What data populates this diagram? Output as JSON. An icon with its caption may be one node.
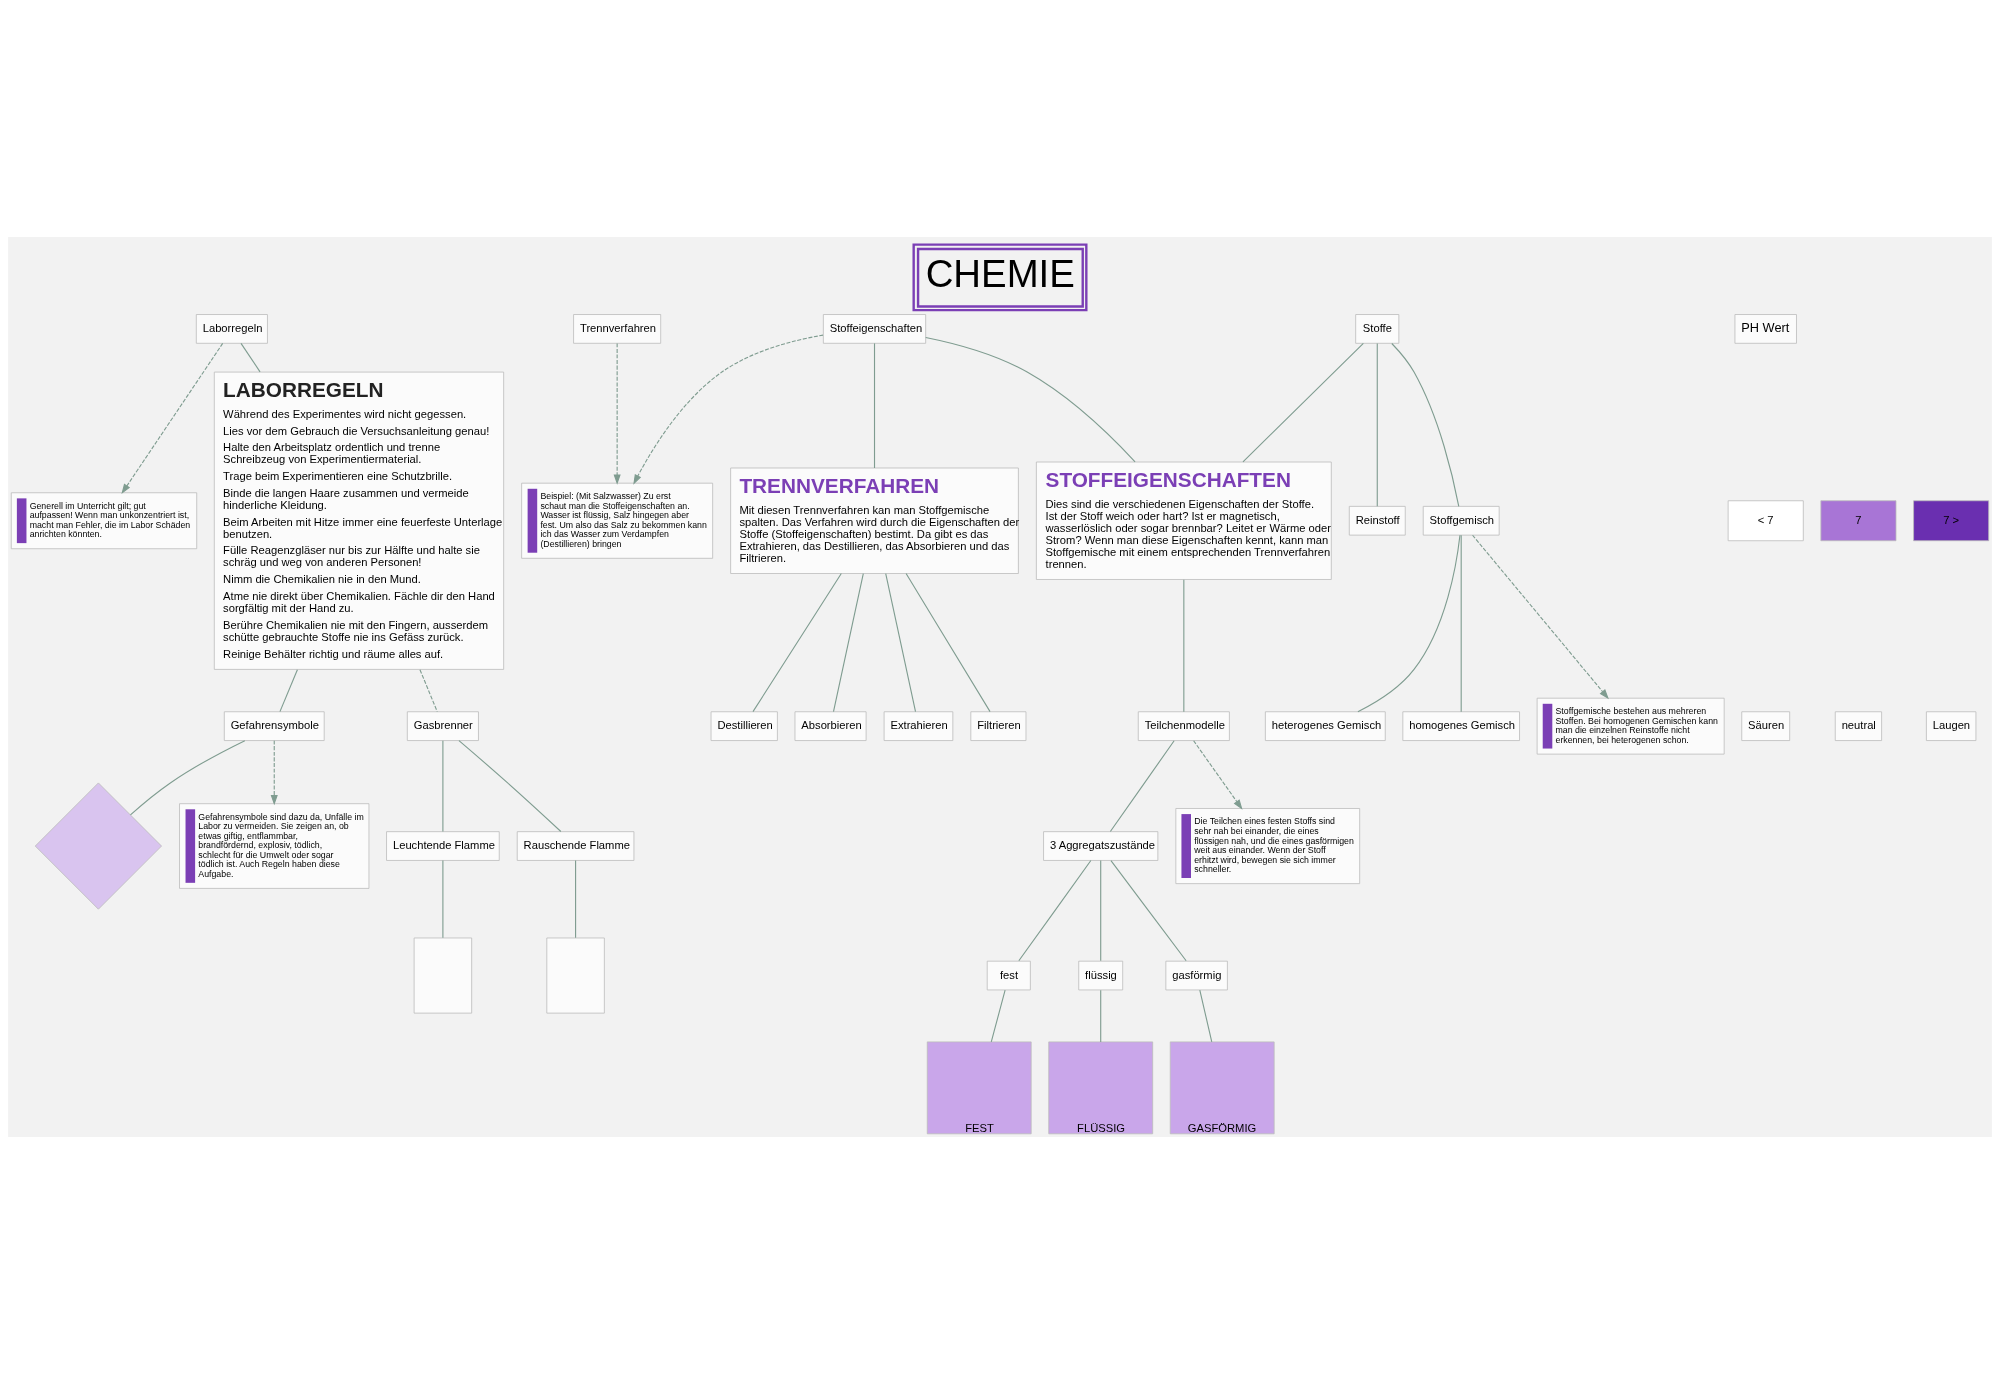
{
  "diagram": {
    "title": "CHEMIE",
    "nodes": [
      {
        "text": [
          "Laborregeln"
        ]
      },
      {
        "text": [
          "Generell im Unterricht gilt; gut aufpassen! Wenn man unkonzentriert ist, macht man Fehler, die im Labor Schäden anrichten könnten."
        ]
      },
      {
        "text": [
          "LABORREGELN",
          "Während des Experimentes wird nicht gegessen.",
          "Lies vor dem Gebrauch die Versuchsanleitung genau!",
          "Halte den Arbeitsplatz ordentlich und trenne Schreibzeug von Experimentiermaterial.",
          "Trage beim Experimentieren eine Schutzbrille.",
          "Binde die langen Haare zusammen und vermeide hinderliche Kleidung.",
          "Beim Arbeiten mit Hitze immer eine feuerfeste Unterlage benutzen.",
          "Fülle Reagenzgläser nur bis zur Hälfte und halte sie schräg und weg von anderen Personen!",
          "Nimm die Chemikalien nie in den Mund.",
          "Atme nie direkt über Chemikalien. Fächle dir den Hand sorgfältig mit der Hand zu.",
          "Berühre Chemikalien nie mit den Fingern, ausserdem schütte gebrauchte Stoffe nie ins Gefäss zurück.",
          "Reinige Behälter richtig und räume alles auf."
        ]
      },
      {
        "text": [
          "Beispiel: (Mit Salzwasser) Zu erst schaut man die Stoffeigenschaften an. Wasser ist flüssig, Salz hingegen aber fest. Um also das Salz zu bekommen kann ich das Wasser zum Verdampfen (Destillieren) bringen"
        ]
      },
      {
        "text": [
          "Trennverfahren"
        ]
      },
      {
        "text": [
          "Stoffeigenschaften"
        ]
      },
      {
        "text": [
          "TRENNVERFAHREN",
          "Mit diesen Trennverfahren kan man Stoffgemische spalten. Das Verfahren wird durch die Eigenschaften der Stoffe (Stoffeigenschaften) bestimt. Da gibt es das Extrahieren, das Destillieren, das Absorbieren und das Filtrieren."
        ]
      },
      {
        "text": [
          "STOFFEIGENSCHAFTEN",
          "Dies sind die verschiedenen Eigenschaften der Stoffe. Ist der Stoff weich oder hart? Ist er magnetisch, wasserlöslich oder sogar brennbar? Leitet er Wärme oder Strom? Wenn man diese Eigenschaften kennt, kann man Stoffgemische mit einem entsprechenden Trennverfahren trennen."
        ]
      },
      {
        "text": [
          "Stoffe"
        ]
      },
      {
        "text": [
          "Reinstoff"
        ]
      },
      {
        "text": [
          "Stoffgemisch"
        ]
      },
      {
        "text": [
          "heterogenes Gemisch"
        ]
      },
      {
        "text": [
          "homogenes Gemisch"
        ]
      },
      {
        "text": [
          "Stoffgemische bestehen aus mehreren Stoffen. Bei homogenen Gemischen kann man die einzelnen Reinstoffe nicht erkennen, bei heterogenen schon."
        ]
      },
      {
        "text": [
          "Destillieren"
        ]
      },
      {
        "text": [
          "Absorbieren"
        ]
      },
      {
        "text": [
          "Extrahieren"
        ]
      },
      {
        "text": [
          "Filtrieren"
        ]
      },
      {
        "text": [
          "PH Wert"
        ]
      },
      {
        "text": [
          "< 7"
        ]
      },
      {
        "text": [
          "7"
        ]
      },
      {
        "text": [
          "7 >"
        ]
      },
      {
        "text": [
          "Säuren"
        ]
      },
      {
        "text": [
          "neutral"
        ]
      },
      {
        "text": [
          "Laugen"
        ]
      },
      {
        "text": [
          "Teilchenmodelle"
        ]
      },
      {
        "text": [
          "3 Aggregatszustände"
        ]
      },
      {
        "text": [
          "fest"
        ]
      },
      {
        "text": [
          "Die Teilchen eines festen Stoffs sind sehr nah bei einander, die eines flüssigen nah, und die eines gasförmigen weit aus einander. Wenn der Stoff erhitzt wird, bewegen sie sich immer schneller."
        ]
      },
      {
        "text": [
          "flüssig"
        ]
      },
      {
        "text": [
          "gasförmig"
        ]
      },
      {
        "text": [
          "FEST"
        ]
      },
      {
        "text": [
          "FLÜSSIG"
        ]
      },
      {
        "text": [
          "GASFÖRMIG"
        ]
      },
      {
        "text": [
          "Gefahrensymbole"
        ]
      },
      {
        "text": [],
        "shape": "diamond"
      },
      {
        "text": [
          "Gefahrensymbole sind dazu da, Unfälle im Labor zu vermeiden. Sie zeigen an, ob etwas giftig, entflammbar, brandfördernd, explosiv, tödlich, schlecht für die Umwelt oder sogar tödlich ist. Auch Regeln haben diese Aufgabe."
        ]
      },
      {
        "text": [
          "Gasbrenner"
        ]
      },
      {
        "text": [
          "Leuchtende Flamme"
        ]
      },
      {
        "text": [
          "Rauschende Flamme"
        ]
      },
      {
        "text": [],
        "shape": "box"
      },
      {
        "text": [],
        "shape": "box"
      }
    ],
    "edges": [
      {
        "from": 0,
        "to": 1,
        "arrow": "to",
        "style": "dashed"
      },
      {
        "from": 0,
        "to": 2,
        "arrow": "none"
      },
      {
        "from": 5,
        "to": 3,
        "arrow": "to",
        "style": "dashed"
      },
      {
        "from": 4,
        "to": 3,
        "arrow": "to",
        "style": "dashed"
      },
      {
        "from": 5,
        "to": 7,
        "arrow": "none"
      },
      {
        "from": 5,
        "to": 6,
        "arrow": "none"
      },
      {
        "from": 8,
        "to": 7,
        "arrow": "none"
      },
      {
        "from": 8,
        "to": 9,
        "arrow": "none"
      },
      {
        "from": 8,
        "to": 10,
        "arrow": "none"
      },
      {
        "from": 10,
        "to": 11,
        "arrow": "none"
      },
      {
        "from": 10,
        "to": 12,
        "arrow": "none"
      },
      {
        "from": 10,
        "to": 13,
        "arrow": "to",
        "style": "dashed"
      },
      {
        "from": 6,
        "to": 14,
        "arrow": "none"
      },
      {
        "from": 6,
        "to": 16,
        "arrow": "none"
      },
      {
        "from": 6,
        "to": 15,
        "arrow": "none"
      },
      {
        "from": 6,
        "to": 17,
        "arrow": "none"
      },
      {
        "from": 7,
        "to": 25,
        "arrow": "none"
      },
      {
        "from": 25,
        "to": 26,
        "arrow": "none"
      },
      {
        "from": 25,
        "to": 28,
        "arrow": "to",
        "style": "dashed"
      },
      {
        "from": 26,
        "to": 27,
        "arrow": "none"
      },
      {
        "from": 26,
        "to": 29,
        "arrow": "none"
      },
      {
        "from": 26,
        "to": 30,
        "arrow": "none"
      },
      {
        "from": 27,
        "to": 31,
        "arrow": "none"
      },
      {
        "from": 29,
        "to": 32,
        "arrow": "none"
      },
      {
        "from": 30,
        "to": 33,
        "arrow": "none"
      },
      {
        "from": 2,
        "to": 34,
        "arrow": "none"
      },
      {
        "from": 2,
        "to": 37,
        "arrow": "none",
        "style": "dashed"
      },
      {
        "from": 34,
        "to": 35,
        "arrow": "none"
      },
      {
        "from": 34,
        "to": 36,
        "arrow": "to",
        "style": "dashed"
      },
      {
        "from": 37,
        "to": 38,
        "arrow": "none"
      },
      {
        "from": 37,
        "to": 39,
        "arrow": "none"
      },
      {
        "from": 38,
        "to": 40,
        "arrow": "none"
      },
      {
        "from": 39,
        "to": 41,
        "arrow": "none"
      }
    ]
  }
}
